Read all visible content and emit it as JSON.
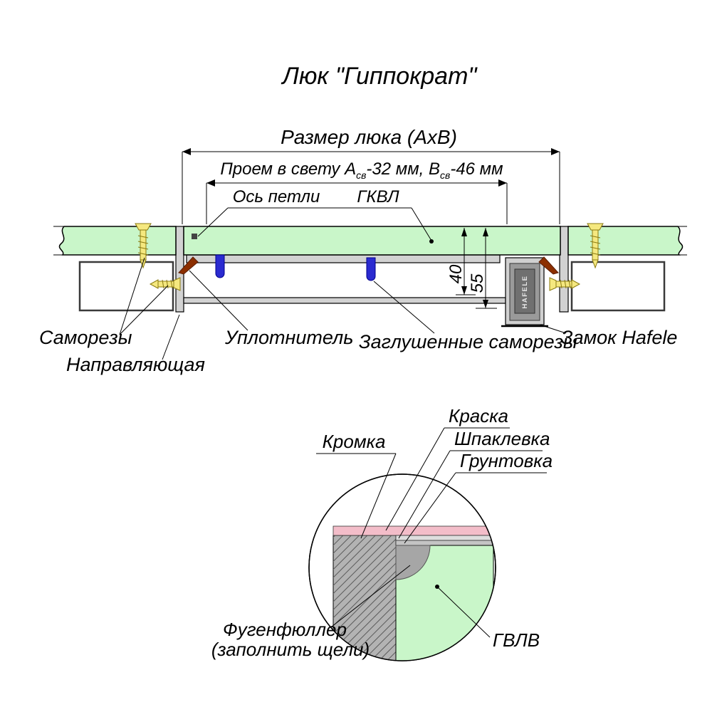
{
  "title": "Люк \"Гиппократ\"",
  "top": {
    "dim_hatch_label": "Размер люка (АхВ)",
    "opening": {
      "p1": "Проем в свету А",
      "s1": "св",
      "p2": "-32 мм, В",
      "s2": "св",
      "p3": "-46 мм"
    },
    "dims": {
      "d40": "40",
      "d55": "55"
    },
    "labels": {
      "hinge_axis": "Ось петли",
      "gkvl": "ГКВЛ",
      "screws": "Саморезы",
      "guide": "Направляющая",
      "seal": "Уплотнитель",
      "plugged_screws": "Заглушенные саморезы",
      "lock": "Замок Hafele"
    },
    "lock_brand": "HAFELE"
  },
  "detail": {
    "labels": {
      "edge": "Кромка",
      "paint": "Краска",
      "putty": "Шпаклевка",
      "primer": "Грунтовка",
      "fugen_line1": "Фугенфюллер",
      "fugen_line2": "(заполнить щели)",
      "gvlv": "ГВЛВ"
    }
  },
  "colors": {
    "board_green": "#c9f6c9",
    "profile_gray": "#d2d2d2",
    "lock_gray": "#9a9a9a",
    "lock_inner": "#707070",
    "screw_yellow": "#f5e87f",
    "seal_blue": "#2b2bd0",
    "hinge_brown": "#8c2f00",
    "paint_pink": "#f3bdc9",
    "putty_gray": "#dedede",
    "primer_gray": "#c4c4c4",
    "edge_band_gray": "#b3b3b3",
    "fugen_gray": "#a6a6a6",
    "detail_green": "#c9f6c9"
  }
}
